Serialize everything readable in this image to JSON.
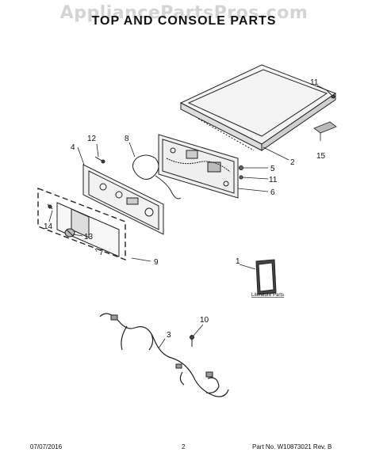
{
  "watermark": "AppliancePartsPros.com",
  "title": "TOP AND CONSOLE PARTS",
  "callouts": {
    "c1": "1",
    "c2": "2",
    "c3": "3",
    "c4": "4",
    "c5": "5",
    "c6": "6",
    "c7": "7",
    "c8": "8",
    "c9": "9",
    "c10": "10",
    "c11a": "11",
    "c11b": "11",
    "c12": "12",
    "c13": "13",
    "c14": "14",
    "c15": "15"
  },
  "literature_label": "Literature Parts",
  "footer": {
    "date": "07/07/2016",
    "page": "2",
    "part": "Part No. W10873021  Rev. B"
  }
}
